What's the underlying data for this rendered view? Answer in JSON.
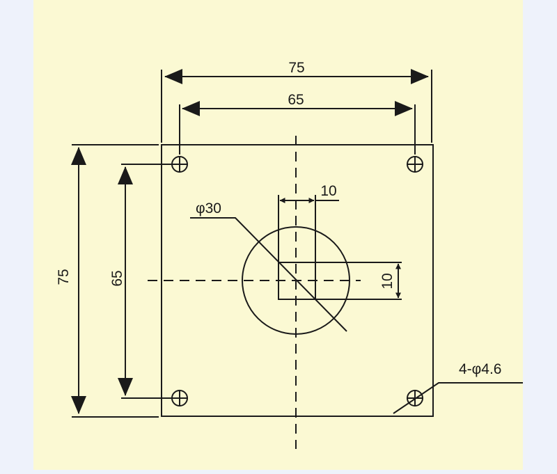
{
  "drawing": {
    "colors": {
      "panel_bg": "#fbf9d3",
      "page_bg": "#eef2fb",
      "ink": "#1a1a1a"
    },
    "labels": {
      "outer_width": "75",
      "hole_spacing_x": "65",
      "outer_height": "75",
      "hole_spacing_y": "65",
      "slot_width": "10",
      "slot_height": "10",
      "center_diameter": "φ30",
      "mount_holes": "4-φ4.6"
    }
  }
}
